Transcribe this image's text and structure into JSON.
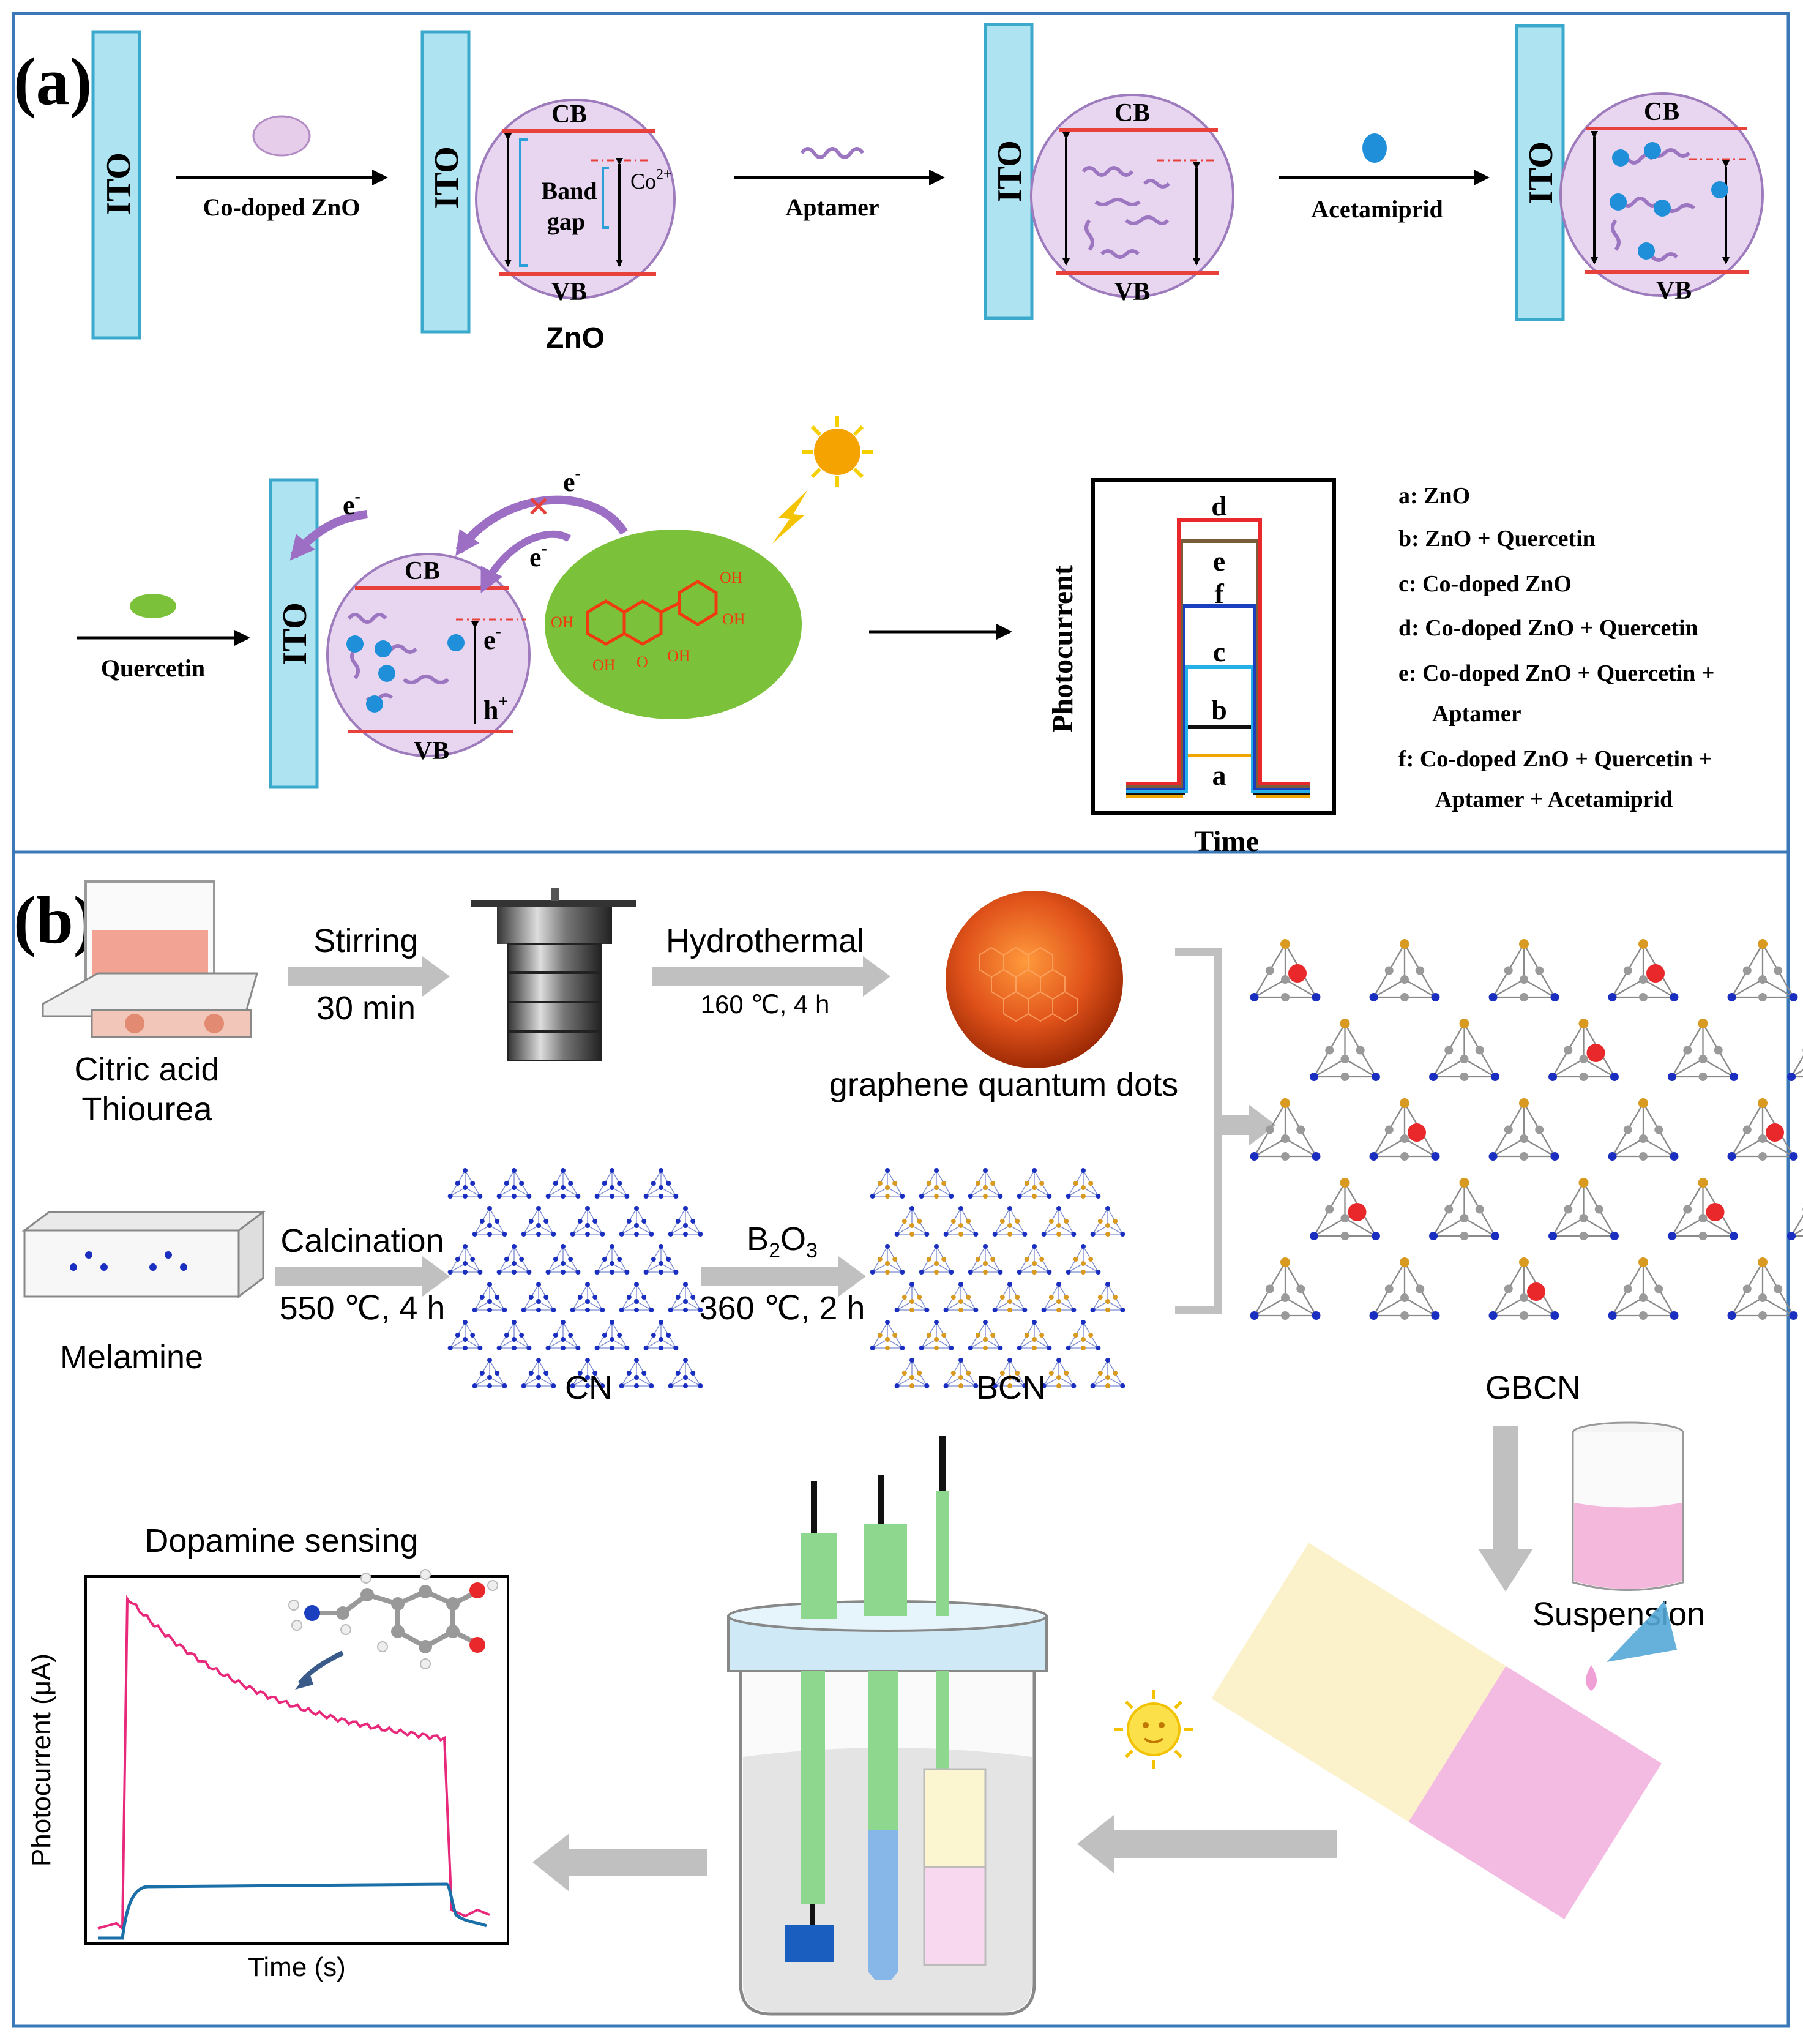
{
  "panel_a": {
    "label": "(a)",
    "electrode_label": "ITO",
    "steps": [
      "Co-doped ZnO",
      "Aptamer",
      "Acetamiprid",
      "Quercetin"
    ],
    "band": {
      "cb": "CB",
      "vb": "VB",
      "band_gap_line1": "Band",
      "band_gap_line2": "gap",
      "dopant": "Co",
      "dopant_sup": "2+"
    },
    "zno_caption": "ZnO",
    "electron": "e",
    "electron_sup": "-",
    "hole": "h",
    "hole_sup": "+",
    "oh": "OH",
    "keto": "O",
    "photo_plot": {
      "ylabel": "Photocurrent",
      "xlabel": "Time",
      "curve_labels": [
        "d",
        "e",
        "f",
        "c",
        "b",
        "a"
      ]
    },
    "legend": [
      {
        "key": "a:",
        "text": "ZnO"
      },
      {
        "key": "b:",
        "text": "ZnO + Quercetin"
      },
      {
        "key": "c:",
        "text": "Co-doped ZnO"
      },
      {
        "key": "d:",
        "text": "Co-doped ZnO + Quercetin"
      },
      {
        "key": "e:",
        "text": "Co-doped ZnO + Quercetin +",
        "text2": "Aptamer"
      },
      {
        "key": "f:",
        "text": "Co-doped ZnO + Quercetin +",
        "text2": "Aptamer + Acetamiprid"
      }
    ]
  },
  "panel_b": {
    "label": "(b)",
    "stirring": "Stirring",
    "stirring_time": "30 min",
    "hydrothermal": "Hydrothermal",
    "hydrothermal_cond": "160 ℃, 4 h",
    "precursors_1": "Citric acid",
    "precursors_2": "Thiourea",
    "gqd": "graphene quantum dots",
    "melamine": "Melamine",
    "calcination": "Calcination",
    "calcination_cond": "550 ℃, 4 h",
    "b2o3_main": "B",
    "b2o3_sub": "2",
    "b2o3_o": "O",
    "b2o3_sub2": "3",
    "b2o3_cond": "360 ℃, 2 h",
    "cn": "CN",
    "bcn": "BCN",
    "gbcn": "GBCN",
    "suspension": "Suspension",
    "sensing_title": "Dopamine sensing",
    "sensing_ylabel": "Photocurrent (μA)",
    "sensing_xlabel": "Time (s)"
  },
  "colors": {
    "ito": "#aee3f2",
    "ito_border": "#3aa9cc",
    "band_circle": "#e8d6f0",
    "band_line": "#e8403a",
    "aptamer": "#9c76c0",
    "target": "#1f8fd9",
    "quercetin": "#7cc13a",
    "mol_red": "#f03a10",
    "frame": "#3a78b8",
    "arrow_gray": "#b8b8b8",
    "pink": "#e8287a",
    "blue_line": "#1a6fa8"
  }
}
